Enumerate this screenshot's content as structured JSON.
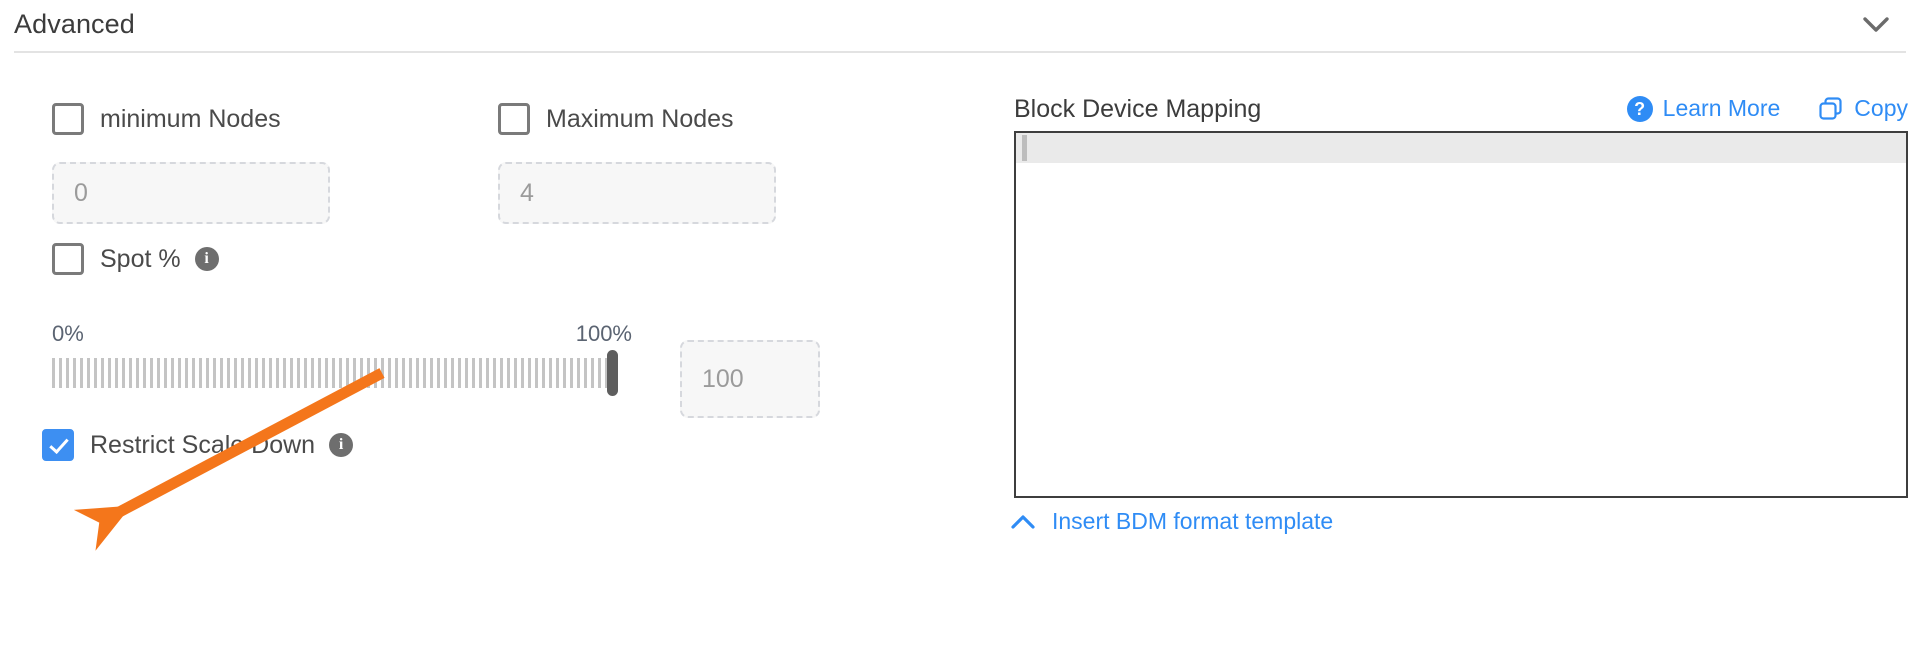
{
  "section": {
    "title": "Advanced",
    "collapse_icon": "chevron-down-icon"
  },
  "left": {
    "min_nodes": {
      "label": "minimum Nodes",
      "checked": false,
      "value": "0"
    },
    "max_nodes": {
      "label": "Maximum Nodes",
      "checked": false,
      "value": "4"
    },
    "spot": {
      "label": "Spot %",
      "checked": false,
      "info_icon": "info-icon"
    },
    "slider": {
      "min_label": "0%",
      "max_label": "100%",
      "value": "100"
    },
    "restrict_scale_down": {
      "label": "Restrict Scale Down",
      "checked": true,
      "info_icon": "info-icon"
    }
  },
  "right": {
    "title": "Block Device Mapping",
    "learn_more": "Learn More",
    "help_icon": "question-mark-icon",
    "copy": "Copy",
    "copy_icon": "copy-icon",
    "editor_content": "",
    "footer_link": "Insert BDM format template",
    "footer_icon": "chevron-up-icon"
  },
  "colors": {
    "accent_blue": "#2f8cf5",
    "checkbox_checked": "#3d8ff2",
    "annotation_orange": "#f4761b",
    "text_dark": "#3c3c3c",
    "placeholder": "#9b9b9b"
  },
  "annotation": {
    "type": "arrow",
    "points_to": "restrict-scale-down-checkbox",
    "color": "#f4761b"
  }
}
